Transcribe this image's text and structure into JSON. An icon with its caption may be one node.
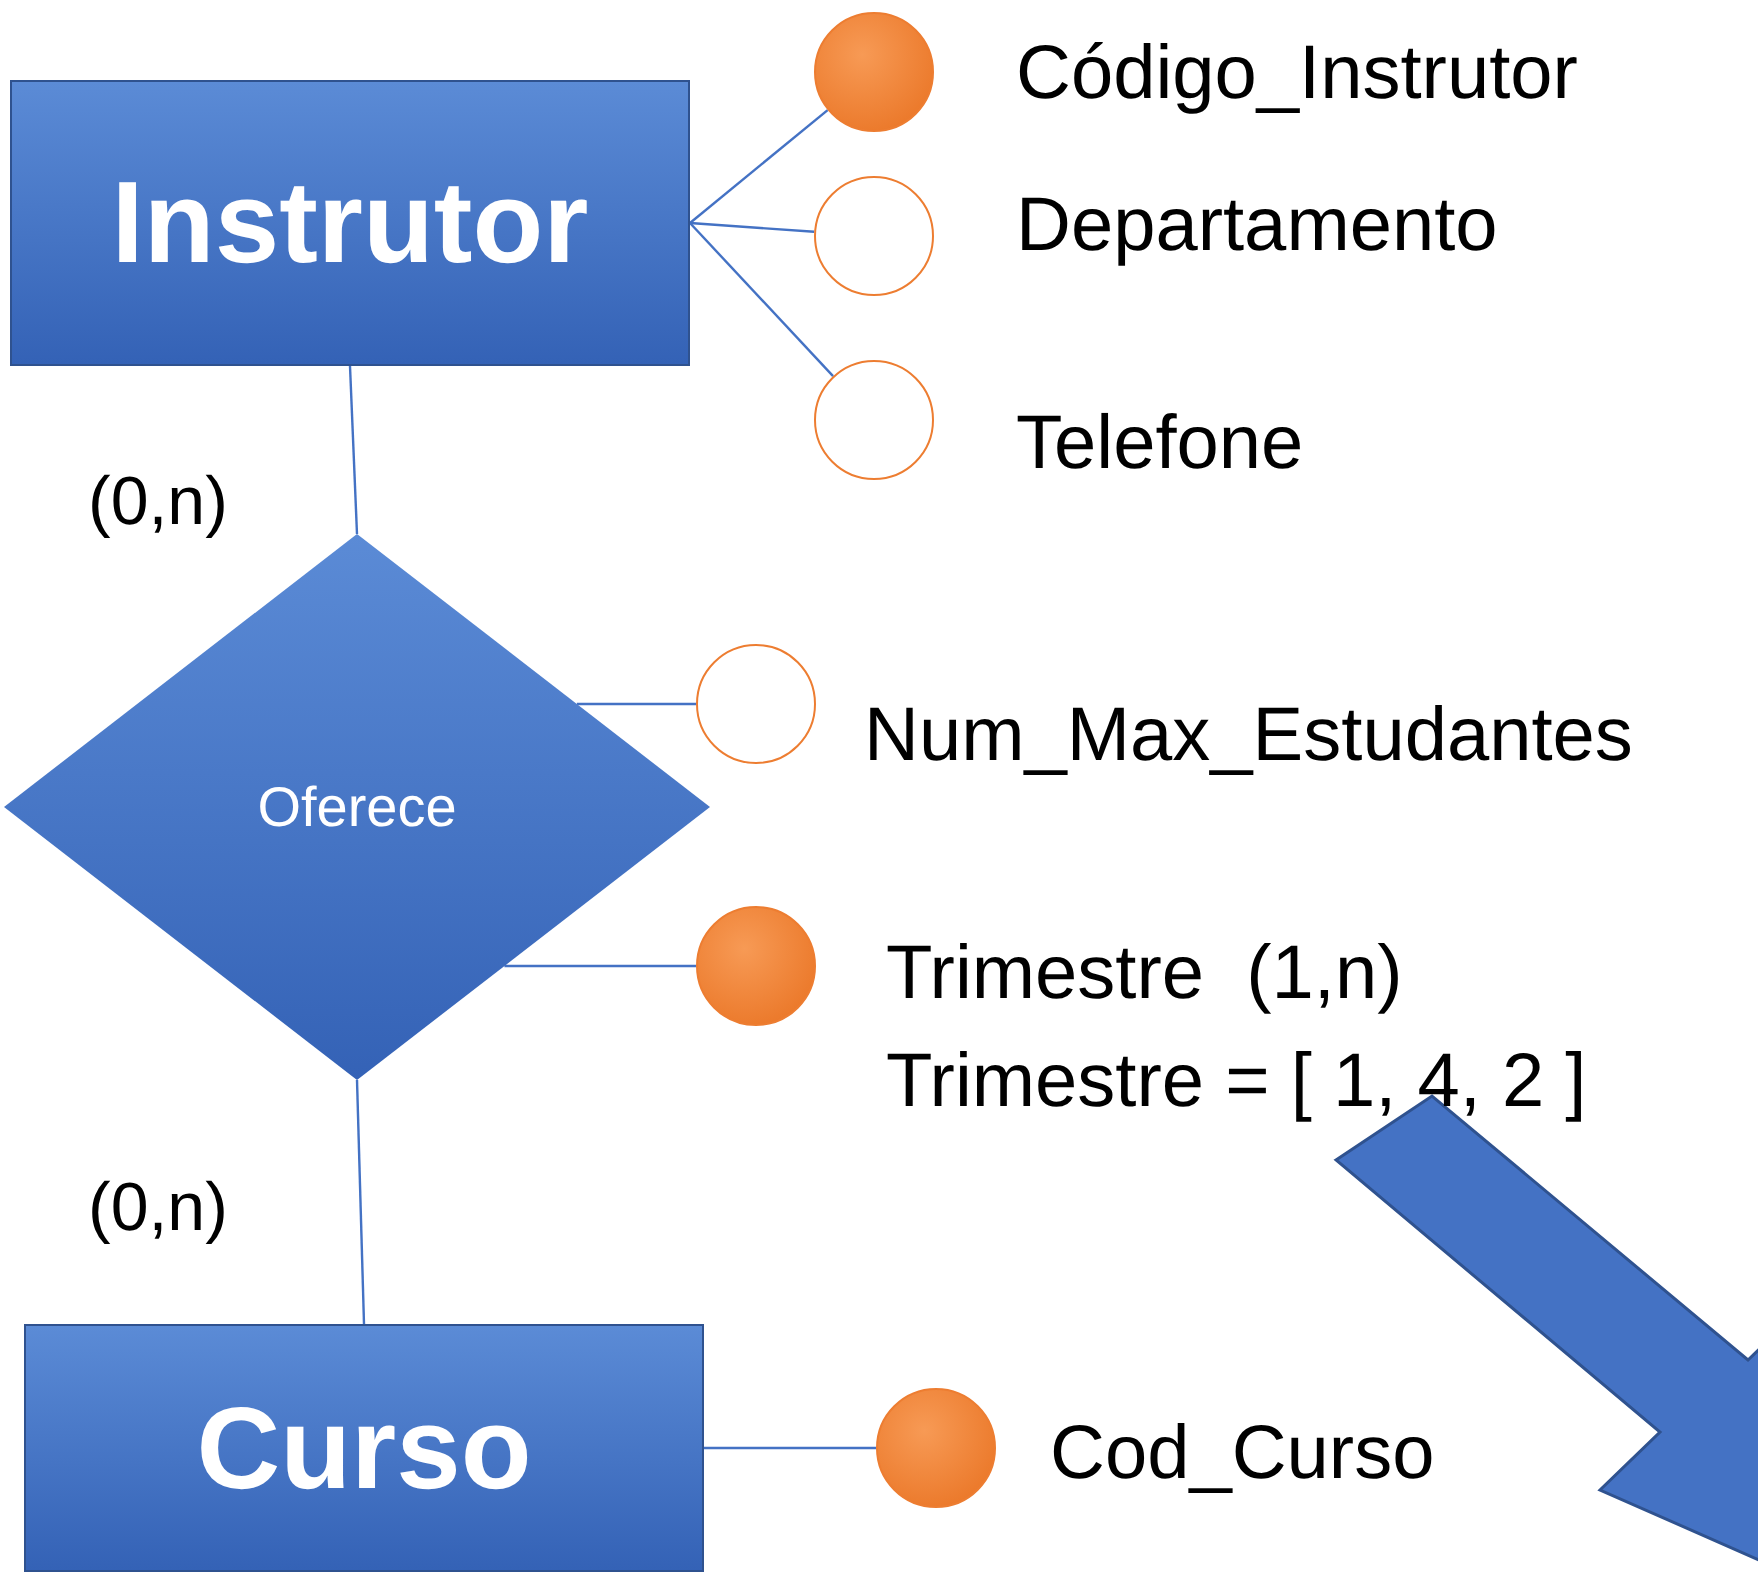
{
  "diagram": {
    "nodes": [
      {
        "text": [
          "Instrutor"
        ]
      },
      {
        "text": [
          "Código_Instrutor"
        ]
      },
      {
        "text": [
          "Departamento"
        ]
      },
      {
        "text": [
          "Telefone"
        ]
      },
      {
        "text": [
          "Oferece"
        ]
      },
      {
        "text": [
          "Num_Max_Estudantes"
        ]
      },
      {
        "text": [
          "Trimestre  (1,n)",
          "Trimestre = [ 1, 4, 2 ]"
        ]
      },
      {
        "text": [
          "Curso"
        ]
      },
      {
        "text": [
          "Cod_Curso"
        ]
      }
    ],
    "edges": [
      {
        "from": 0,
        "to": 4,
        "arrow": "none",
        "label": "(0,n)"
      },
      {
        "from": 0,
        "to": 1,
        "arrow": "none"
      },
      {
        "from": 0,
        "to": 2,
        "arrow": "none"
      },
      {
        "from": 0,
        "to": 3,
        "arrow": "none"
      },
      {
        "from": 4,
        "to": 5,
        "arrow": "none"
      },
      {
        "from": 4,
        "to": 6,
        "arrow": "none"
      },
      {
        "from": 4,
        "to": 7,
        "arrow": "none",
        "label": "(0,n)"
      },
      {
        "from": 7,
        "to": 8,
        "arrow": "none"
      }
    ]
  }
}
